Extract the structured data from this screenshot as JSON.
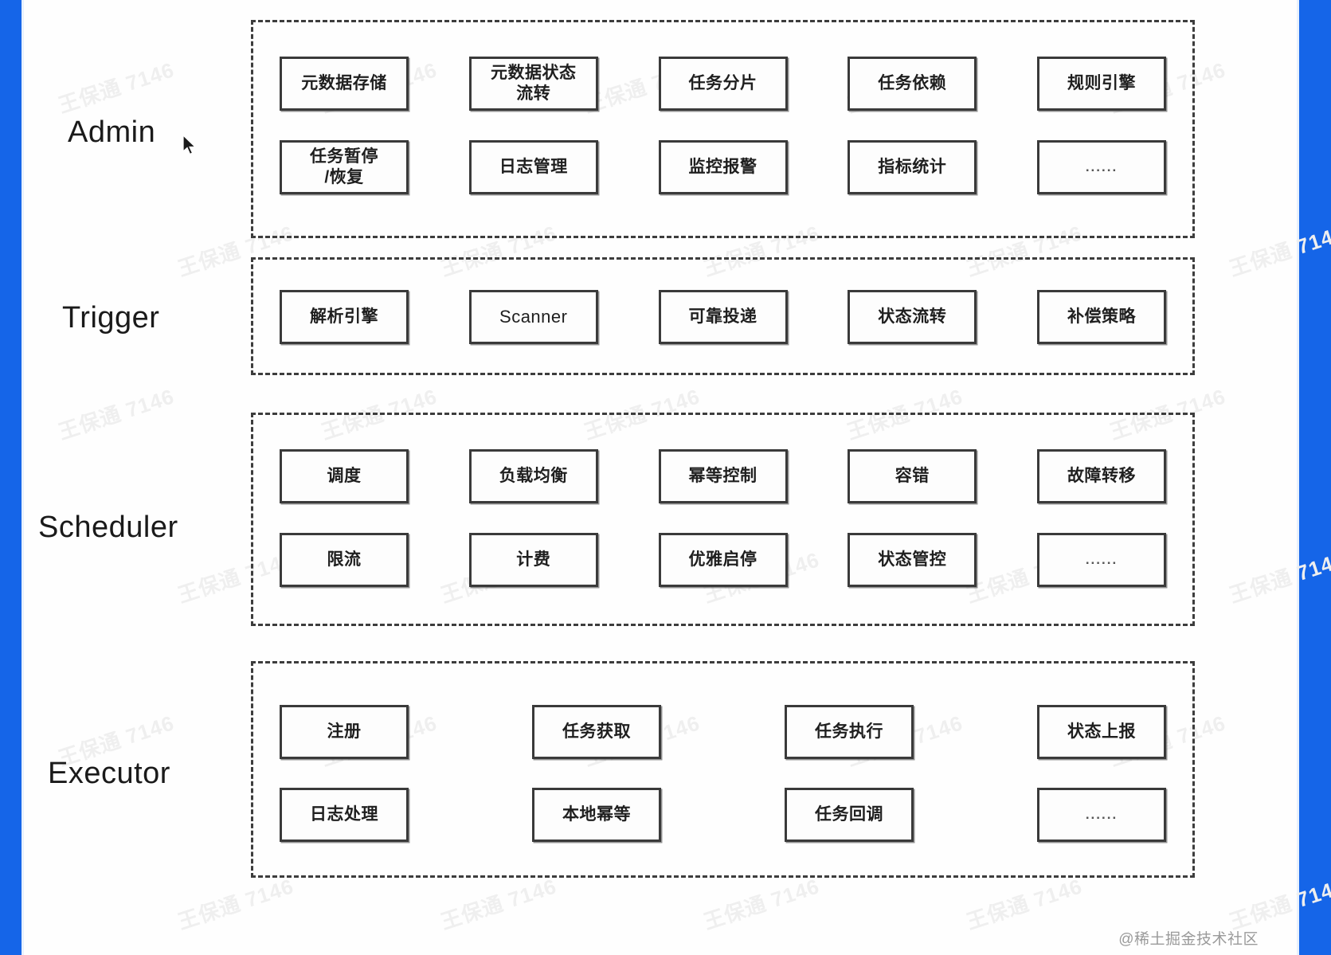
{
  "theme": {
    "accent_color": "#1565e8",
    "box_border_color": "#3a3a3a",
    "group_border_color": "#3d3d3d",
    "background_color": "#ffffff"
  },
  "watermark": {
    "tile_text": "王保通 7146",
    "corner_text": "@稀土掘金技术社区"
  },
  "tiers": [
    {
      "label": "Admin",
      "rows": [
        [
          {
            "text": "元数据存储",
            "kind": "cn"
          },
          {
            "text": "元数据状态\n流转",
            "kind": "cn"
          },
          {
            "text": "任务分片",
            "kind": "cn"
          },
          {
            "text": "任务依赖",
            "kind": "cn"
          },
          {
            "text": "规则引擎",
            "kind": "cn"
          }
        ],
        [
          {
            "text": "任务暂停\n/恢复",
            "kind": "cn"
          },
          {
            "text": "日志管理",
            "kind": "cn"
          },
          {
            "text": "监控报警",
            "kind": "cn"
          },
          {
            "text": "指标统计",
            "kind": "cn"
          },
          {
            "text": "......",
            "kind": "dots"
          }
        ]
      ]
    },
    {
      "label": "Trigger",
      "rows": [
        [
          {
            "text": "解析引擎",
            "kind": "cn"
          },
          {
            "text": "Scanner",
            "kind": "latin"
          },
          {
            "text": "可靠投递",
            "kind": "cn"
          },
          {
            "text": "状态流转",
            "kind": "cn"
          },
          {
            "text": "补偿策略",
            "kind": "cn"
          }
        ]
      ]
    },
    {
      "label": "Scheduler",
      "rows": [
        [
          {
            "text": "调度",
            "kind": "cn"
          },
          {
            "text": "负载均衡",
            "kind": "cn"
          },
          {
            "text": "幂等控制",
            "kind": "cn"
          },
          {
            "text": "容错",
            "kind": "cn"
          },
          {
            "text": "故障转移",
            "kind": "cn"
          }
        ],
        [
          {
            "text": "限流",
            "kind": "cn"
          },
          {
            "text": "计费",
            "kind": "cn"
          },
          {
            "text": "优雅启停",
            "kind": "cn"
          },
          {
            "text": "状态管控",
            "kind": "cn"
          },
          {
            "text": "......",
            "kind": "dots"
          }
        ]
      ]
    },
    {
      "label": "Executor",
      "rows": [
        [
          {
            "text": "注册",
            "kind": "cn"
          },
          {
            "text": "任务获取",
            "kind": "cn"
          },
          {
            "text": "任务执行",
            "kind": "cn"
          },
          {
            "text": "状态上报",
            "kind": "cn"
          }
        ],
        [
          {
            "text": "日志处理",
            "kind": "cn"
          },
          {
            "text": "本地幂等",
            "kind": "cn"
          },
          {
            "text": "任务回调",
            "kind": "cn"
          },
          {
            "text": "......",
            "kind": "dots"
          }
        ]
      ]
    }
  ]
}
